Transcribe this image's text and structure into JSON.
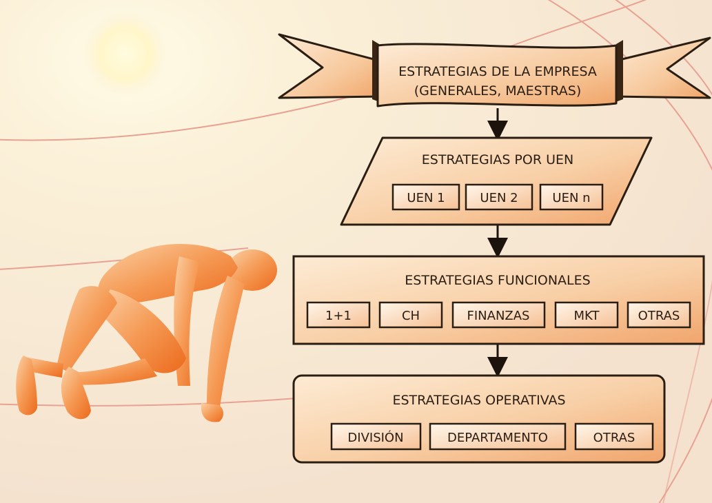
{
  "diagram": {
    "top_banner": {
      "line1": "ESTRATEGIAS DE LA EMPRESA",
      "line2": "(GENERALES, MAESTRAS)"
    },
    "uen_block": {
      "title": "ESTRATEGIAS POR UEN",
      "items": [
        "UEN 1",
        "UEN 2",
        "UEN n"
      ]
    },
    "functional_block": {
      "title": "ESTRATEGIAS FUNCIONALES",
      "items": [
        "1+1",
        "CH",
        "FINANZAS",
        "MKT",
        "OTRAS"
      ]
    },
    "operational_block": {
      "title": "ESTRATEGIAS OPERATIVAS",
      "items": [
        "DIVISIÓN",
        "DEPARTAMENTO",
        "OTRAS"
      ]
    }
  },
  "colors": {
    "background": "#f6e7d3",
    "panel_light": "#fde7cf",
    "panel_dark": "#f3b17a",
    "outline": "#2a1d12",
    "track_line": "#e79a8c",
    "runner": "#f07c2e"
  },
  "decoration": {
    "runner_icon": "sprinter-in-starting-position",
    "sun_icon": "sun-glow"
  }
}
